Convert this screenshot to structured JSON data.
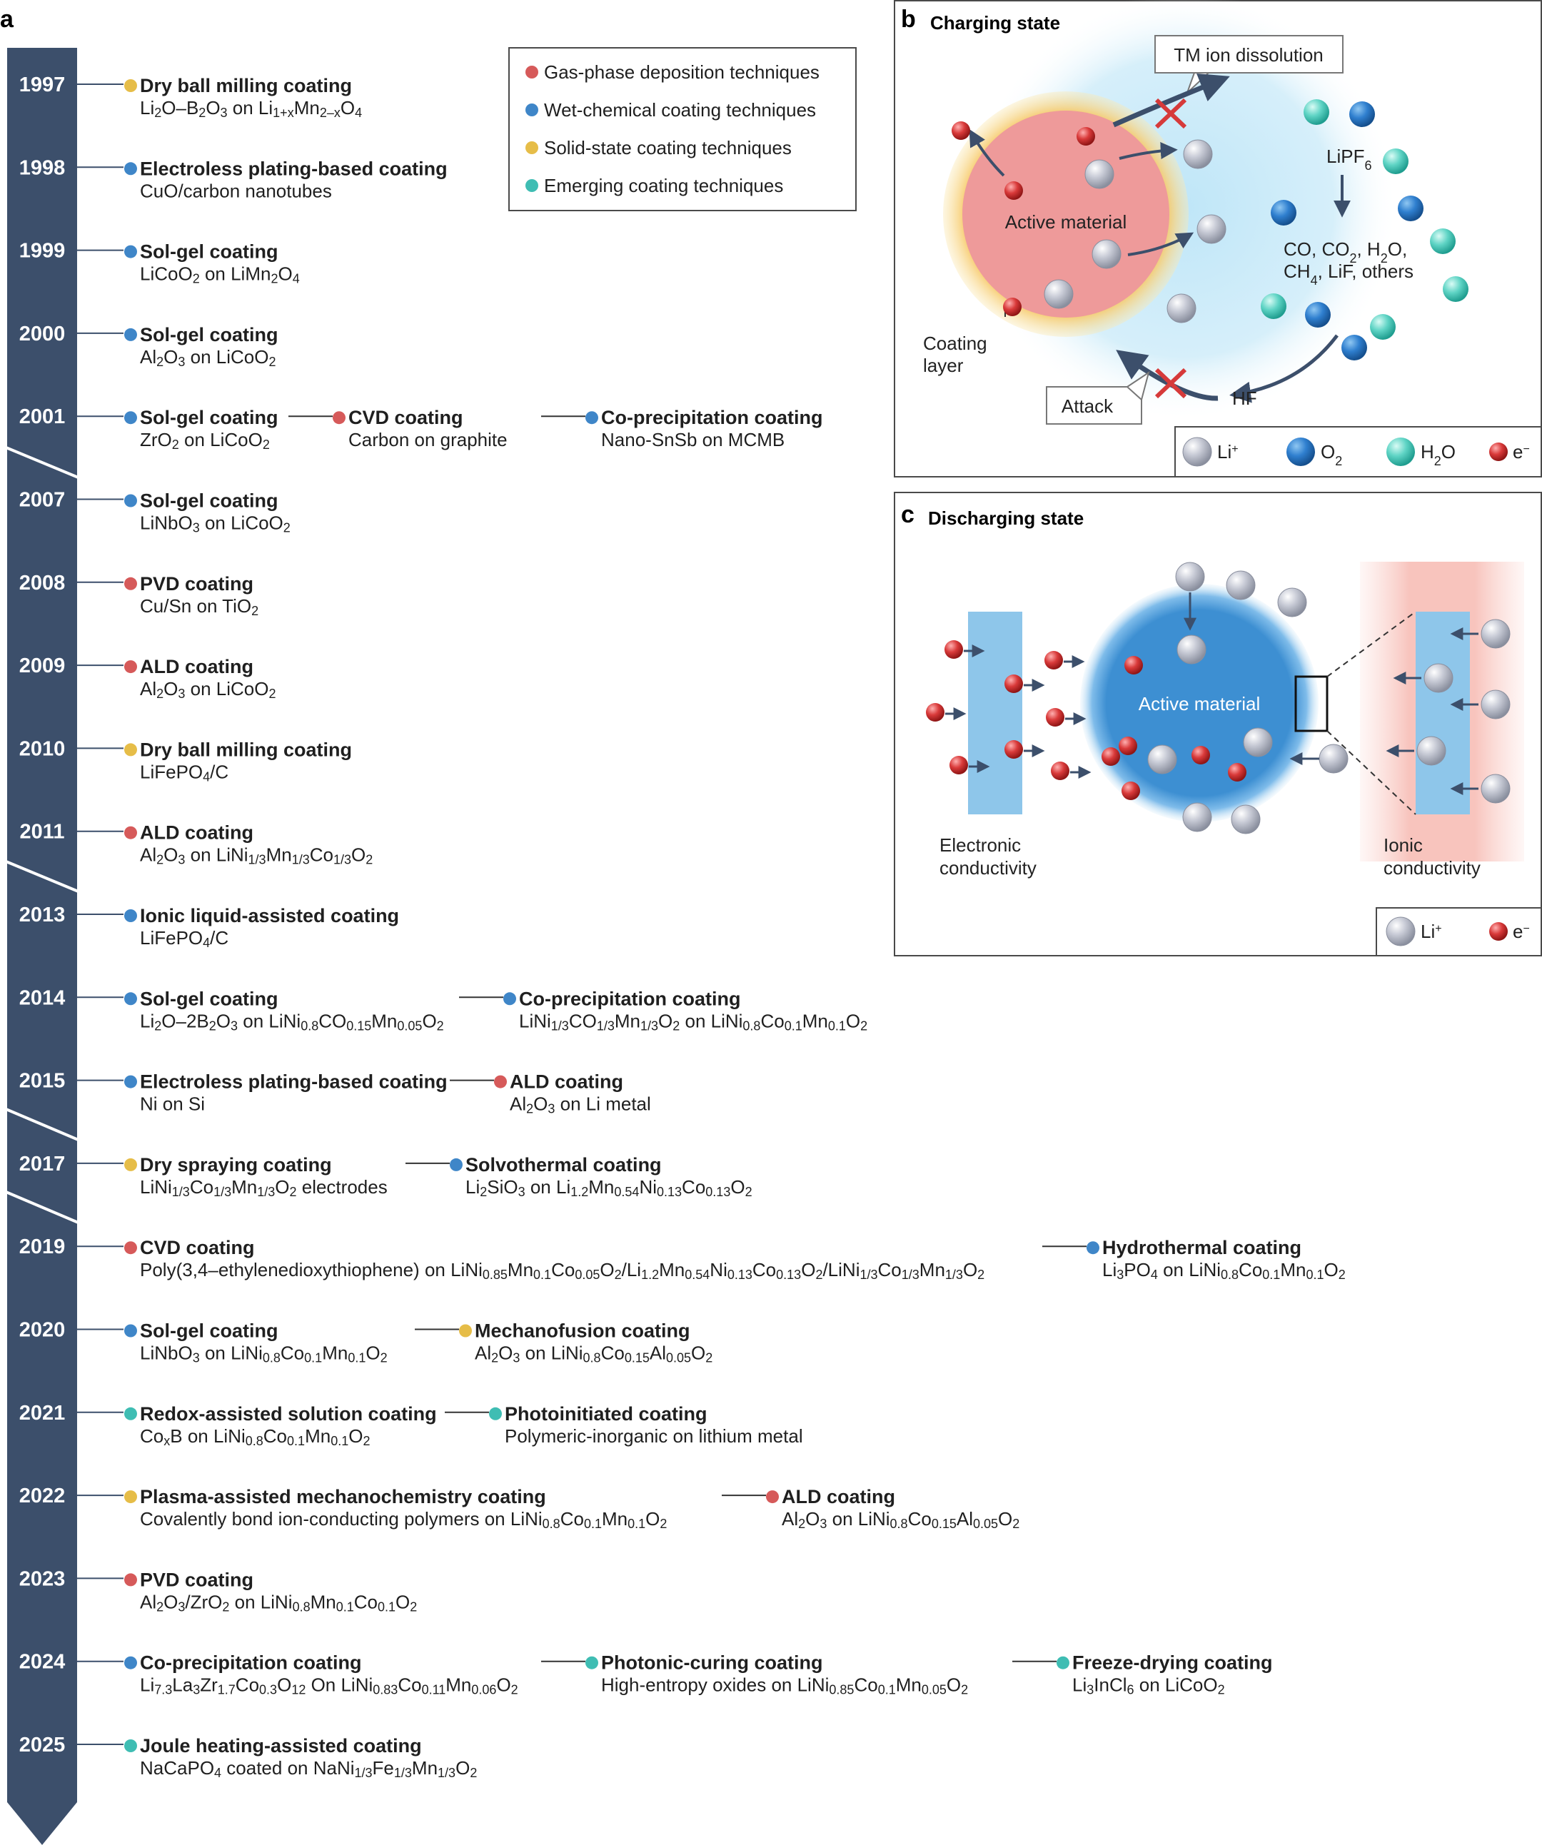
{
  "panel_letters": {
    "a": "a",
    "b": "b",
    "c": "c"
  },
  "colors": {
    "timeline": "#3c4f6b",
    "gas_phase": "#d65a5a",
    "wet_chemical": "#3f86c8",
    "solid_state": "#e6bd48",
    "emerging": "#3fbdb3"
  },
  "legend": [
    {
      "key": "gas_phase",
      "label": "Gas-phase deposition techniques"
    },
    {
      "key": "wet_chemical",
      "label": "Wet-chemical coating techniques"
    },
    {
      "key": "solid_state",
      "label": "Solid-state coating techniques"
    },
    {
      "key": "emerging",
      "label": "Emerging coating techniques"
    }
  ],
  "timeline": [
    {
      "year": "1997",
      "entries": [
        {
          "cat": "solid_state",
          "title": "Dry ball milling coating",
          "detail": "Li<sub>2</sub>O–B<sub>2</sub>O<sub>3</sub> on Li<sub>1+x</sub>Mn<sub>2–x</sub>O<sub>4</sub>"
        }
      ]
    },
    {
      "year": "1998",
      "entries": [
        {
          "cat": "wet_chemical",
          "title": "Electroless plating-based coating",
          "detail": "CuO/carbon nanotubes"
        }
      ]
    },
    {
      "year": "1999",
      "entries": [
        {
          "cat": "wet_chemical",
          "title": "Sol-gel coating",
          "detail": "LiCoO<sub>2</sub> on LiMn<sub>2</sub>O<sub>4</sub>"
        }
      ]
    },
    {
      "year": "2000",
      "entries": [
        {
          "cat": "wet_chemical",
          "title": "Sol-gel coating",
          "detail": "Al<sub>2</sub>O<sub>3</sub> on LiCoO<sub>2</sub>"
        }
      ]
    },
    {
      "year": "2001",
      "entries": [
        {
          "cat": "wet_chemical",
          "title": "Sol-gel coating",
          "detail": "ZrO<sub>2</sub> on LiCoO<sub>2</sub>"
        },
        {
          "cat": "gas_phase",
          "title": "CVD coating",
          "detail": "Carbon on graphite"
        },
        {
          "cat": "wet_chemical",
          "title": "Co-precipitation coating",
          "detail": "Nano-SnSb on MCMB"
        }
      ]
    },
    {
      "year": "2007",
      "entries": [
        {
          "cat": "wet_chemical",
          "title": "Sol-gel coating",
          "detail": "LiNbO<sub>3</sub> on LiCoO<sub>2</sub>"
        }
      ]
    },
    {
      "year": "2008",
      "entries": [
        {
          "cat": "gas_phase",
          "title": "PVD coating",
          "detail": "Cu/Sn on TiO<sub>2</sub>"
        }
      ]
    },
    {
      "year": "2009",
      "entries": [
        {
          "cat": "gas_phase",
          "title": "ALD coating",
          "detail": "Al<sub>2</sub>O<sub>3</sub> on LiCoO<sub>2</sub>"
        }
      ]
    },
    {
      "year": "2010",
      "entries": [
        {
          "cat": "solid_state",
          "title": "Dry ball milling coating",
          "detail": "LiFePO<sub>4</sub>/C"
        }
      ]
    },
    {
      "year": "2011",
      "entries": [
        {
          "cat": "gas_phase",
          "title": "ALD coating",
          "detail": "Al<sub>2</sub>O<sub>3</sub> on LiNi<sub>1/3</sub>Mn<sub>1/3</sub>Co<sub>1/3</sub>O<sub>2</sub>"
        }
      ]
    },
    {
      "year": "2013",
      "entries": [
        {
          "cat": "wet_chemical",
          "title": "Ionic liquid-assisted coating",
          "detail": "LiFePO<sub>4</sub>/C"
        }
      ]
    },
    {
      "year": "2014",
      "entries": [
        {
          "cat": "wet_chemical",
          "title": "Sol-gel coating",
          "detail": "Li<sub>2</sub>O–2B<sub>2</sub>O<sub>3</sub> on LiNi<sub>0.8</sub>CO<sub>0.15</sub>Mn<sub>0.05</sub>O<sub>2</sub>"
        },
        {
          "cat": "wet_chemical",
          "title": "Co-precipitation coating",
          "detail": "LiNi<sub>1/3</sub>CO<sub>1/3</sub>Mn<sub>1/3</sub>O<sub>2</sub> on LiNi<sub>0.8</sub>Co<sub>0.1</sub>Mn<sub>0.1</sub>O<sub>2</sub>"
        }
      ]
    },
    {
      "year": "2015",
      "entries": [
        {
          "cat": "wet_chemical",
          "title": "Electroless plating-based coating",
          "detail": "Ni on Si"
        },
        {
          "cat": "gas_phase",
          "title": "ALD coating",
          "detail": "Al<sub>2</sub>O<sub>3</sub> on Li metal"
        }
      ]
    },
    {
      "year": "2017",
      "entries": [
        {
          "cat": "solid_state",
          "title": "Dry spraying coating",
          "detail": "LiNi<sub>1/3</sub>Co<sub>1/3</sub>Mn<sub>1/3</sub>O<sub>2</sub> electrodes"
        },
        {
          "cat": "wet_chemical",
          "title": "Solvothermal coating",
          "detail": "Li<sub>2</sub>SiO<sub>3</sub> on Li<sub>1.2</sub>Mn<sub>0.54</sub>Ni<sub>0.13</sub>Co<sub>0.13</sub>O<sub>2</sub>"
        }
      ]
    },
    {
      "year": "2019",
      "entries": [
        {
          "cat": "gas_phase",
          "title": "CVD coating",
          "detail": "Poly(3,4–ethylenedioxythiophene) on LiNi<sub>0.85</sub>Mn<sub>0.1</sub>Co<sub>0.05</sub>O<sub>2</sub>/Li<sub>1.2</sub>Mn<sub>0.54</sub>Ni<sub>0.13</sub>Co<sub>0.13</sub>O<sub>2</sub>/LiNi<sub>1/3</sub>Co<sub>1/3</sub>Mn<sub>1/3</sub>O<sub>2</sub>"
        },
        {
          "cat": "wet_chemical",
          "title": "Hydrothermal coating",
          "detail": "Li<sub>3</sub>PO<sub>4</sub> on LiNi<sub>0.8</sub>Co<sub>0.1</sub>Mn<sub>0.1</sub>O<sub>2</sub>"
        }
      ]
    },
    {
      "year": "2020",
      "entries": [
        {
          "cat": "wet_chemical",
          "title": "Sol-gel coating",
          "detail": "LiNbO<sub>3</sub> on LiNi<sub>0.8</sub>Co<sub>0.1</sub>Mn<sub>0.1</sub>O<sub>2</sub>"
        },
        {
          "cat": "solid_state",
          "title": "Mechanofusion coating",
          "detail": "Al<sub>2</sub>O<sub>3</sub> on LiNi<sub>0.8</sub>Co<sub>0.15</sub>Al<sub>0.05</sub>O<sub>2</sub>"
        }
      ]
    },
    {
      "year": "2021",
      "entries": [
        {
          "cat": "emerging",
          "title": "Redox-assisted solution coating",
          "detail": "Co<sub>x</sub>B on LiNi<sub>0.8</sub>Co<sub>0.1</sub>Mn<sub>0.1</sub>O<sub>2</sub>"
        },
        {
          "cat": "emerging",
          "title": "Photoinitiated coating",
          "detail": "Polymeric-inorganic on lithium metal"
        }
      ]
    },
    {
      "year": "2022",
      "entries": [
        {
          "cat": "solid_state",
          "title": "Plasma-assisted mechanochemistry coating",
          "detail": "Covalently bond ion-conducting polymers on LiNi<sub>0.8</sub>Co<sub>0.1</sub>Mn<sub>0.1</sub>O<sub>2</sub>"
        },
        {
          "cat": "gas_phase",
          "title": "ALD coating",
          "detail": "Al<sub>2</sub>O<sub>3</sub> on LiNi<sub>0.8</sub>Co<sub>0.15</sub>Al<sub>0.05</sub>O<sub>2</sub>"
        }
      ]
    },
    {
      "year": "2023",
      "entries": [
        {
          "cat": "gas_phase",
          "title": "PVD coating",
          "detail": "Al<sub>2</sub>O<sub>3</sub>/ZrO<sub>2</sub> on LiNi<sub>0.8</sub>Mn<sub>0.1</sub>Co<sub>0.1</sub>O<sub>2</sub>"
        }
      ]
    },
    {
      "year": "2024",
      "entries": [
        {
          "cat": "wet_chemical",
          "title": "Co-precipitation coating",
          "detail": "Li<sub>7.3</sub>La<sub>3</sub>Zr<sub>1.7</sub>Co<sub>0.3</sub>O<sub>12</sub> On LiNi<sub>0.83</sub>Co<sub>0.11</sub>Mn<sub>0.06</sub>O<sub>2</sub>"
        },
        {
          "cat": "emerging",
          "title": "Photonic-curing coating",
          "detail": "High-entropy oxides on LiNi<sub>0.85</sub>Co<sub>0.1</sub>Mn<sub>0.05</sub>O<sub>2</sub>"
        },
        {
          "cat": "emerging",
          "title": "Freeze-drying coating",
          "detail": "Li<sub>3</sub>InCl<sub>6</sub> on LiCoO<sub>2</sub>"
        }
      ]
    },
    {
      "year": "2025",
      "entries": [
        {
          "cat": "emerging",
          "title": "Joule heating-assisted  coating",
          "detail": "NaCaPO<sub>4</sub> coated on NaNi<sub>1/3</sub>Fe<sub>1/3</sub>Mn<sub>1/3</sub>O<sub>2</sub>"
        }
      ]
    }
  ],
  "panel_b": {
    "title": "Charging state",
    "active_material": "Active material",
    "coating_layer": [
      "Coating",
      "layer"
    ],
    "tm_dissolution": "TM ion dissolution",
    "attack": "Attack",
    "hf": "HF",
    "lipf6": "LiPF<tspan baseline-shift='sub' font-size='18'>6</tspan>",
    "products_line1": "CO, CO<tspan baseline-shift='sub' font-size='18'>2</tspan>, H<tspan baseline-shift='sub' font-size='18'>2</tspan>O,",
    "products_line2": "CH<tspan baseline-shift='sub' font-size='18'>4</tspan>, LiF, others",
    "legend": [
      {
        "icon": "li-ion",
        "label": "Li<tspan baseline-shift='super' font-size='16'>+</tspan>"
      },
      {
        "icon": "oxygen",
        "label": "O<tspan baseline-shift='sub' font-size='18'>2</tspan>"
      },
      {
        "icon": "water",
        "label": "H<tspan baseline-shift='sub' font-size='18'>2</tspan>O"
      },
      {
        "icon": "electron",
        "label": "e<tspan baseline-shift='super' font-size='16'>−</tspan>"
      }
    ]
  },
  "panel_c": {
    "title": "Discharging state",
    "active_material": "Active material",
    "electronic": [
      "Electronic",
      "conductivity"
    ],
    "ionic": [
      "Ionic",
      "conductivity"
    ],
    "legend": [
      {
        "icon": "li-ion",
        "label": "Li<tspan baseline-shift='super' font-size='16'>+</tspan>"
      },
      {
        "icon": "electron",
        "label": "e<tspan baseline-shift='super' font-size='16'>−</tspan>"
      }
    ]
  }
}
